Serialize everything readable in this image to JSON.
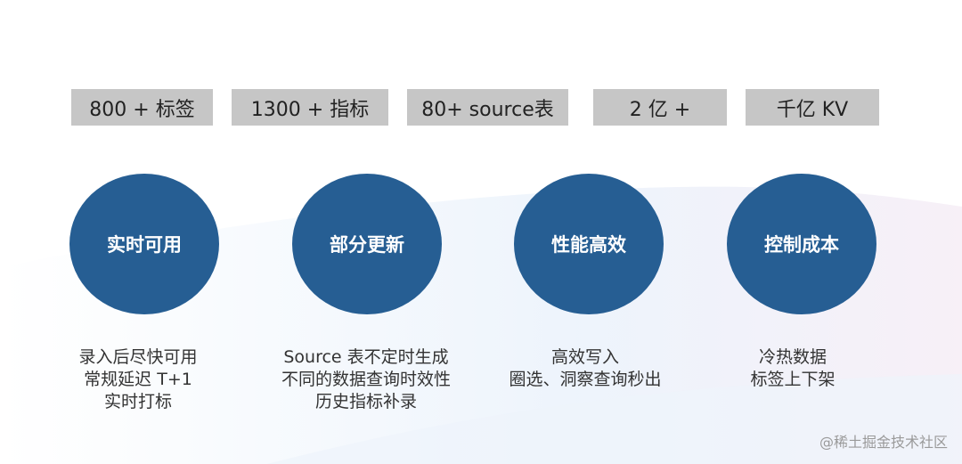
{
  "stats": [
    "800 + 标签",
    "1300 + 指标",
    "80+ source表",
    "2 亿 +",
    "千亿 KV"
  ],
  "features": [
    {
      "title": "实时可用",
      "lines": [
        "录入后尽快可用",
        "常规延迟 T+1",
        "实时打标"
      ]
    },
    {
      "title": "部分更新",
      "lines": [
        "Source 表不定时生成",
        "不同的数据查询时效性",
        "历史指标补录"
      ]
    },
    {
      "title": "性能高效",
      "lines": [
        "高效写入",
        "圈选、洞察查询秒出"
      ]
    },
    {
      "title": "控制成本",
      "lines": [
        "冷热数据",
        "标签上下架"
      ]
    }
  ],
  "watermark": "@稀土掘金技术社区",
  "colors": {
    "circle": "#265e93",
    "stat_box": "#c6c6c6"
  }
}
